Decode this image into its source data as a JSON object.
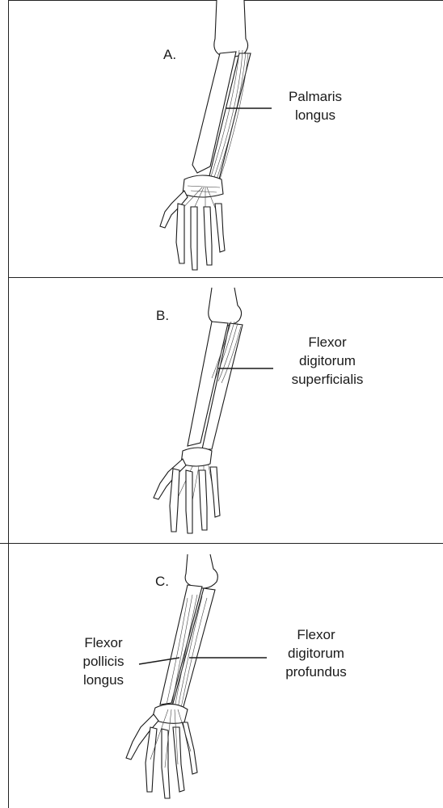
{
  "panels": [
    {
      "letter": "A.",
      "labels": [
        {
          "line1": "Palmaris",
          "line2": "longus"
        }
      ]
    },
    {
      "letter": "B.",
      "labels": [
        {
          "line1": "Flexor",
          "line2": "digitorum",
          "line3": "superficialis"
        }
      ]
    },
    {
      "letter": "C.",
      "labels": [
        {
          "line1": "Flexor",
          "line2": "pollicis",
          "line3": "longus"
        },
        {
          "line1": "Flexor",
          "line2": "digitorum",
          "line3": "profundus"
        }
      ]
    }
  ],
  "colors": {
    "ink": "#1a1a1a",
    "border": "#222222",
    "bone_fill": "#ffffff",
    "muscle_stroke": "#444444"
  }
}
